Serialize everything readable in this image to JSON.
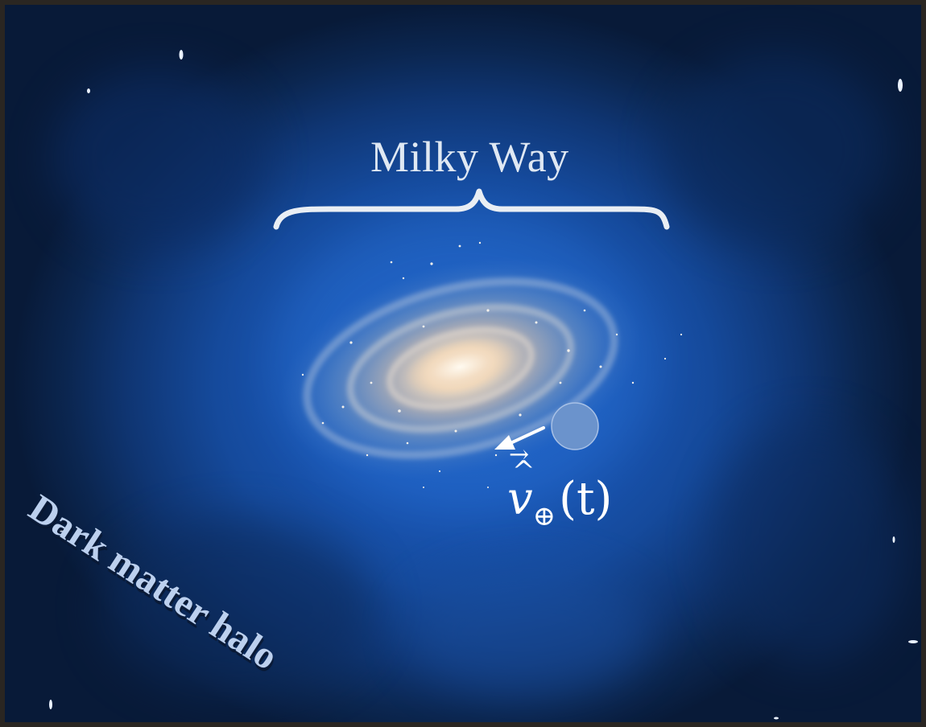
{
  "figure": {
    "milky_way_label": "Milky Way",
    "halo_label": "Dark matter halo",
    "velocity_label": {
      "symbol": "v",
      "hat": "^",
      "arrow": "→",
      "subscript": "⊕",
      "argument": "(t)"
    }
  },
  "colors": {
    "halo_core": "#1c5fc4",
    "halo_edge": "#081a38",
    "frame": "#2a2622",
    "earth_disc": "#6b93cc",
    "label_text": "#dfe8f3",
    "halo_text": "#bcd0ee"
  },
  "icons": {
    "brace": "curly-brace-icon",
    "earth": "earth-disc-icon",
    "arrow": "velocity-arrow-icon"
  }
}
